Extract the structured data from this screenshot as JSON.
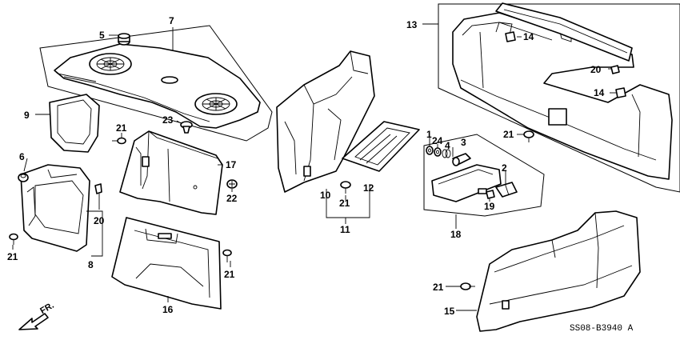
{
  "diagram_code": "SS08-B3940 A",
  "direction_label": "FR.",
  "callouts": {
    "c1": "1",
    "c2": "2",
    "c3": "3",
    "c4": "4",
    "c5": "5",
    "c6": "6",
    "c7": "7",
    "c8": "8",
    "c9": "9",
    "c10": "10",
    "c11": "11",
    "c12": "12",
    "c13": "13",
    "c14": "14",
    "c15": "15",
    "c16": "16",
    "c17": "17",
    "c18": "18",
    "c19": "19",
    "c20": "20",
    "c21": "21",
    "c22": "22",
    "c23": "23",
    "c24": "24"
  }
}
